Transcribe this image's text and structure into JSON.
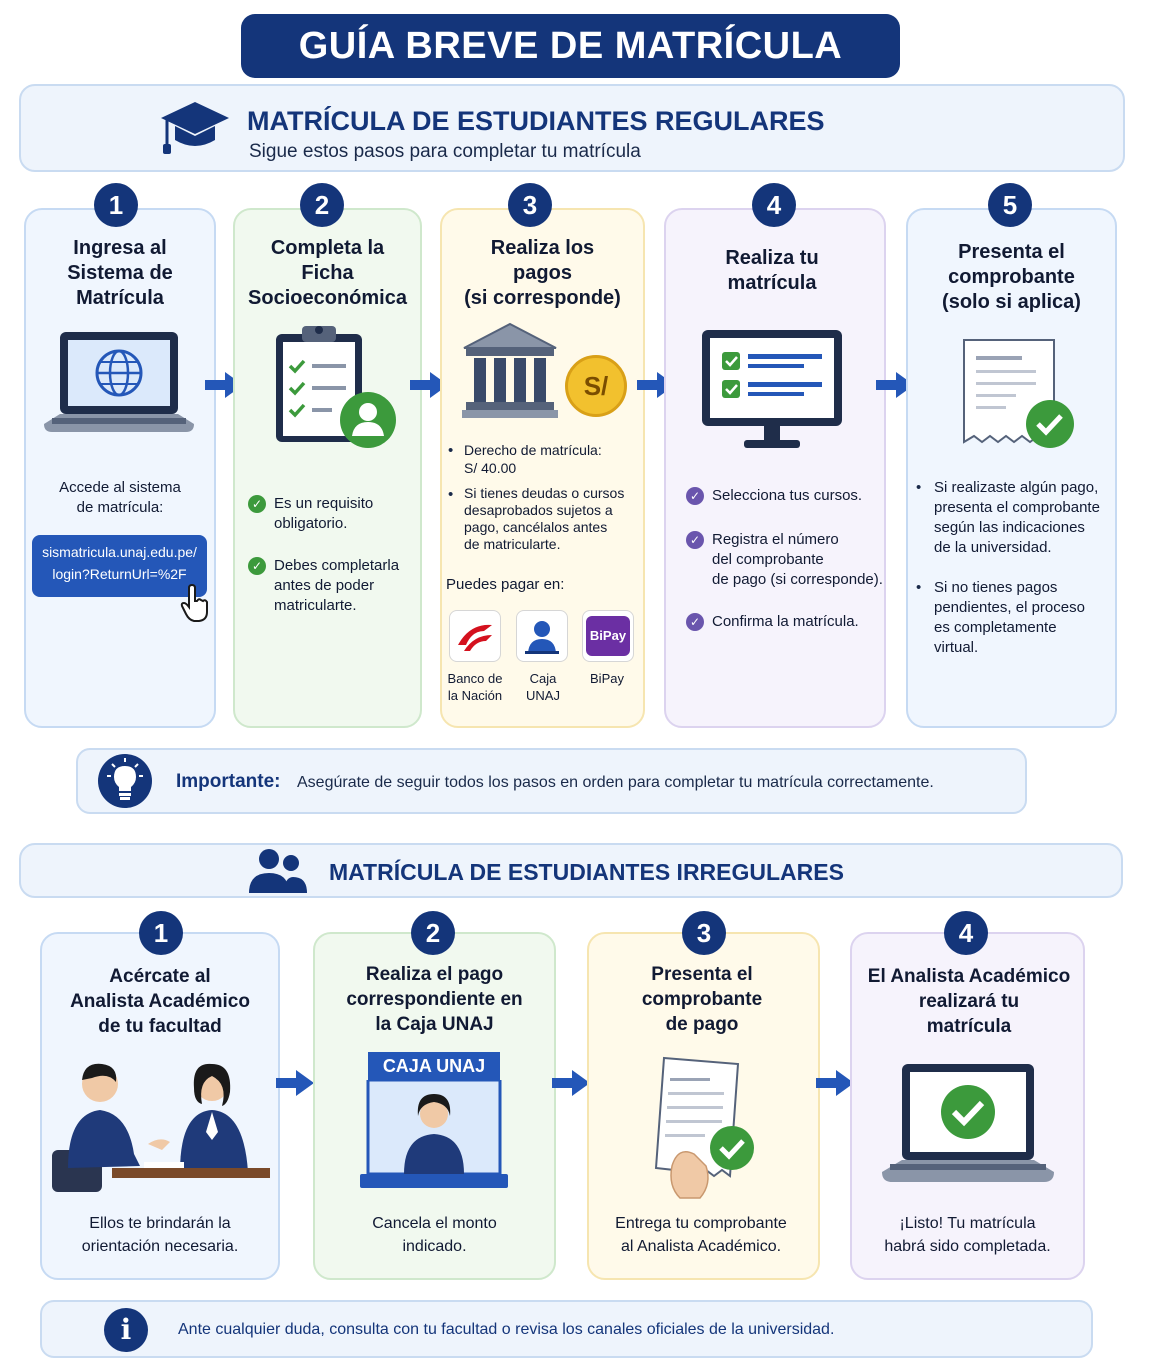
{
  "title": "GUÍA BREVE DE MATRÍCULA",
  "regular": {
    "title": "MATRÍCULA DE ESTUDIANTES REGULARES",
    "subtitle": "Sigue estos pasos para completar tu matrícula",
    "icon": "graduation-cap-icon",
    "steps": [
      {
        "num": "1",
        "title_lines": [
          "Ingresa al",
          "Sistema de",
          "Matrícula"
        ],
        "icon": "laptop-globe-icon",
        "text_lines": [
          "Accede al sistema",
          "de matrícula:"
        ],
        "link_lines": [
          "sismatricula.unaj.edu.pe/",
          "login?ReturnUrl=%2F"
        ]
      },
      {
        "num": "2",
        "title_lines": [
          "Completa la",
          "Ficha",
          "Socioeconómica"
        ],
        "icon": "clipboard-checklist-icon",
        "bullets": [
          [
            "Es un requisito",
            "obligatorio."
          ],
          [
            "Debes completarla",
            "antes de poder",
            "matricularte."
          ]
        ]
      },
      {
        "num": "3",
        "title_lines": [
          "Realiza los",
          "pagos",
          "(si corresponde)"
        ],
        "icon": "bank-coin-icon",
        "coin_label": "S/",
        "bullets": [
          [
            "Derecho de matrícula:",
            "S/ 40.00"
          ],
          [
            "Si tienes deudas o cursos",
            "desaprobados sujetos a",
            "pago, cancélalos antes",
            "de matricularte."
          ]
        ],
        "pay_heading": "Puedes pagar en:",
        "pay_options": [
          {
            "label_lines": [
              "Banco de",
              "la Nación"
            ],
            "icon": "banco-nacion-logo"
          },
          {
            "label_lines": [
              "Caja",
              "UNAJ"
            ],
            "icon": "caja-unaj-person-icon"
          },
          {
            "label_lines": [
              "BiPay"
            ],
            "icon": "bipay-logo",
            "logo_text": "BiPay"
          }
        ]
      },
      {
        "num": "4",
        "title_lines": [
          "Realiza tu",
          "matrícula"
        ],
        "icon": "monitor-checklist-icon",
        "bullets": [
          [
            "Selecciona tus cursos."
          ],
          [
            "Registra el número",
            "del comprobante",
            "de pago (si corresponde)."
          ],
          [
            "Confirma la matrícula."
          ]
        ]
      },
      {
        "num": "5",
        "title_lines": [
          "Presenta el",
          "comprobante",
          "(solo si aplica)"
        ],
        "icon": "receipt-check-icon",
        "bullets": [
          [
            "Si realizaste algún pago,",
            "presenta el comprobante",
            "según las indicaciones",
            "de la universidad."
          ],
          [
            "Si no tienes pagos",
            "pendientes, el proceso",
            "es completamente",
            "virtual."
          ]
        ]
      }
    ],
    "important_label": "Importante:",
    "important_text": "Asegúrate de seguir todos los pasos en orden para completar tu matrícula correctamente."
  },
  "irregular": {
    "title": "MATRÍCULA DE ESTUDIANTES IRREGULARES",
    "icon": "users-icon",
    "steps": [
      {
        "num": "1",
        "title_lines": [
          "Acércate al",
          "Analista Académico",
          "de tu facultad"
        ],
        "icon": "meeting-people-icon",
        "text_lines": [
          "Ellos te brindarán la",
          "orientación necesaria."
        ]
      },
      {
        "num": "2",
        "title_lines": [
          "Realiza el pago",
          "correspondiente en",
          "la Caja UNAJ"
        ],
        "icon": "cashier-window-icon",
        "sign": "CAJA UNAJ",
        "text_lines": [
          "Cancela el monto",
          "indicado."
        ]
      },
      {
        "num": "3",
        "title_lines": [
          "Presenta el",
          "comprobante",
          "de pago"
        ],
        "icon": "hand-receipt-icon",
        "text_lines": [
          "Entrega tu comprobante",
          "al Analista Académico."
        ]
      },
      {
        "num": "4",
        "title_lines": [
          "El Analista Académico",
          "realizará tu",
          "matrícula"
        ],
        "icon": "laptop-check-icon",
        "text_lines": [
          "¡Listo! Tu matrícula",
          "habrá sido completada."
        ]
      }
    ],
    "footer_text": "Ante cualquier duda, consulta con tu facultad o revisa los canales oficiales de la universidad."
  },
  "colors": {
    "navy": "#14357a",
    "green": "#3c9a3c",
    "purple": "#6a55ad",
    "gold": "#f2c12e"
  }
}
